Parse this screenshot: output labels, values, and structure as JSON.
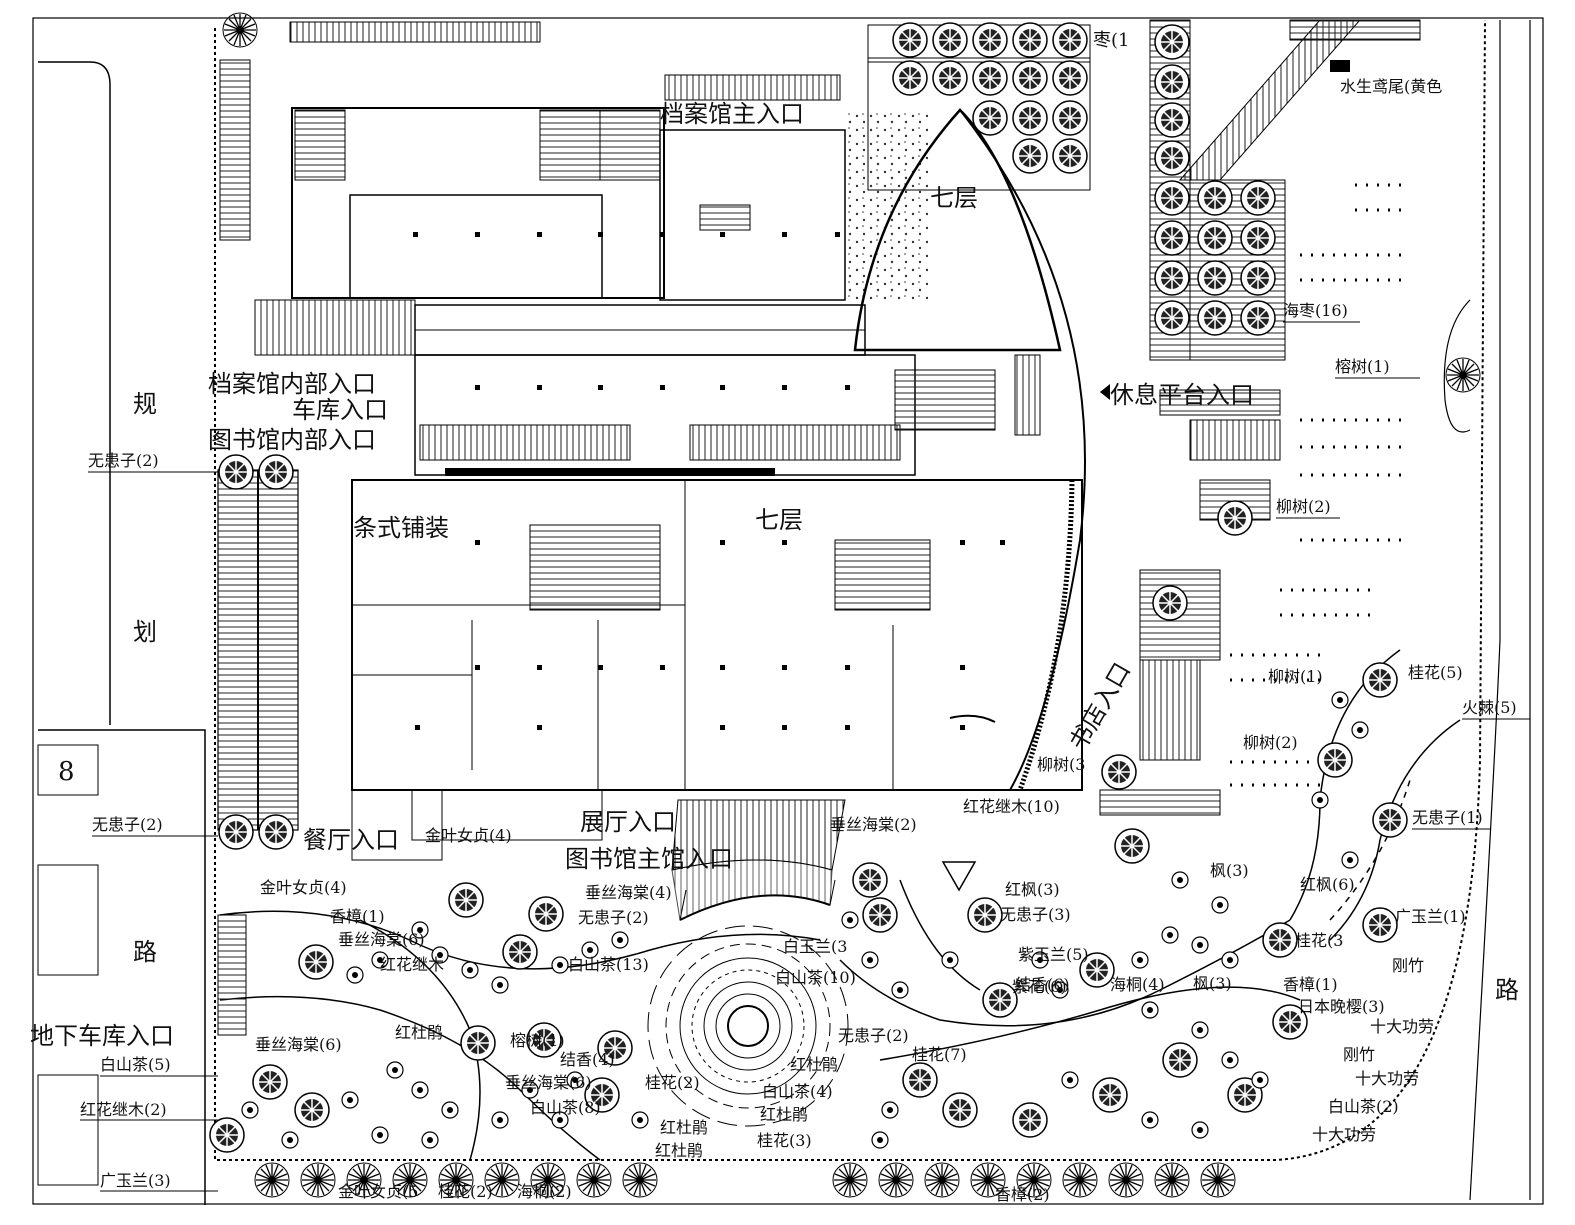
{
  "roads": {
    "left_road": [
      "规",
      "划",
      "路"
    ],
    "right_road": "路",
    "lot_number": "8"
  },
  "buildings": {
    "floors_top": "七层",
    "floors_main": "七层"
  },
  "entrances": {
    "archive_main": "档案馆主入口",
    "archive_internal": "档案馆内部入口",
    "garage": "车库入口",
    "library_internal": "图书馆内部入口",
    "rest_platform": "休息平台入口",
    "bookstore": "书店入口",
    "restaurant": "餐厅入口",
    "exhibition_hall": "展厅入口",
    "library_main": "图书馆主馆入口",
    "underground_garage": "地下车库入口"
  },
  "paving": {
    "strip": "条式铺装"
  },
  "plants": [
    {
      "id": "p01",
      "text": "枣(1"
    },
    {
      "id": "p02",
      "text": "水生鸢尾(黄色"
    },
    {
      "id": "p03",
      "text": "海枣(16)"
    },
    {
      "id": "p04",
      "text": "榕树(1)"
    },
    {
      "id": "p05",
      "text": "柳树(2)"
    },
    {
      "id": "p06",
      "text": "柳树(1)"
    },
    {
      "id": "p07",
      "text": "桂花(5)"
    },
    {
      "id": "p08",
      "text": "火棘(5)"
    },
    {
      "id": "p09",
      "text": "柳树(2)"
    },
    {
      "id": "p10",
      "text": "无患子(1)"
    },
    {
      "id": "p11",
      "text": "柳树(3"
    },
    {
      "id": "p12",
      "text": "红花继木(10)"
    },
    {
      "id": "p13",
      "text": "垂丝海棠(2)"
    },
    {
      "id": "p14",
      "text": "枫(3)"
    },
    {
      "id": "p15",
      "text": "红枫(6)"
    },
    {
      "id": "p16",
      "text": "广玉兰(1)"
    },
    {
      "id": "p17",
      "text": "桂花(3"
    },
    {
      "id": "p18",
      "text": "刚竹"
    },
    {
      "id": "p19",
      "text": "香樟(1)"
    },
    {
      "id": "p20",
      "text": "日本晚樱(3)"
    },
    {
      "id": "p21",
      "text": "十大功劳"
    },
    {
      "id": "p22",
      "text": "刚竹"
    },
    {
      "id": "p23",
      "text": "十大功劳"
    },
    {
      "id": "p24",
      "text": "白山茶(2)"
    },
    {
      "id": "p25",
      "text": "十大功劳"
    },
    {
      "id": "p26",
      "text": "无患子(2)"
    },
    {
      "id": "p27",
      "text": "无患子(2)"
    },
    {
      "id": "p28",
      "text": "金叶女贞(4)"
    },
    {
      "id": "p29",
      "text": "金叶女贞(4)"
    },
    {
      "id": "p30",
      "text": "香樟(1)"
    },
    {
      "id": "p31",
      "text": "垂丝海棠(6)"
    },
    {
      "id": "p32",
      "text": "红花继木"
    },
    {
      "id": "p33",
      "text": "垂丝海棠(4)"
    },
    {
      "id": "p34",
      "text": "无患子(2)"
    },
    {
      "id": "p35",
      "text": "白山茶(13)"
    },
    {
      "id": "p36",
      "text": "白玉兰(3"
    },
    {
      "id": "p37",
      "text": "白山茶(10)"
    },
    {
      "id": "p38",
      "text": "紫玉兰(5)"
    },
    {
      "id": "p39",
      "text": "紫花(6)"
    },
    {
      "id": "p40",
      "text": "红枫(3)"
    },
    {
      "id": "p41",
      "text": "无患子(3)"
    },
    {
      "id": "p42",
      "text": "垂丝海棠(6)"
    },
    {
      "id": "p43",
      "text": "红杜鹃"
    },
    {
      "id": "p44",
      "text": "榕树(1)"
    },
    {
      "id": "p45",
      "text": "结香(4)"
    },
    {
      "id": "p46",
      "text": "垂丝海棠(6)"
    },
    {
      "id": "p47",
      "text": "桂花(2)"
    },
    {
      "id": "p48",
      "text": "白山茶(8)"
    },
    {
      "id": "p49",
      "text": "红杜鹃"
    },
    {
      "id": "p50",
      "text": "红杜鹃"
    },
    {
      "id": "p51",
      "text": "无患子(2)"
    },
    {
      "id": "p52",
      "text": "桂花(7)"
    },
    {
      "id": "p53",
      "text": "红杜鹃"
    },
    {
      "id": "p54",
      "text": "白山茶(4)"
    },
    {
      "id": "p55",
      "text": "红杜鹃"
    },
    {
      "id": "p56",
      "text": "桂花(3)"
    },
    {
      "id": "p57",
      "text": "白山茶(5)"
    },
    {
      "id": "p58",
      "text": "红花继木(2)"
    },
    {
      "id": "p59",
      "text": "广玉兰(3)"
    },
    {
      "id": "p60",
      "text": "金叶女贞(5"
    },
    {
      "id": "p61",
      "text": "桂花(2)"
    },
    {
      "id": "p62",
      "text": "海桐(2)"
    },
    {
      "id": "p63",
      "text": "香樟(2)"
    },
    {
      "id": "p64",
      "text": "结香(6)"
    },
    {
      "id": "p65",
      "text": "海桐(4)"
    },
    {
      "id": "p66",
      "text": "枫(3)"
    }
  ]
}
